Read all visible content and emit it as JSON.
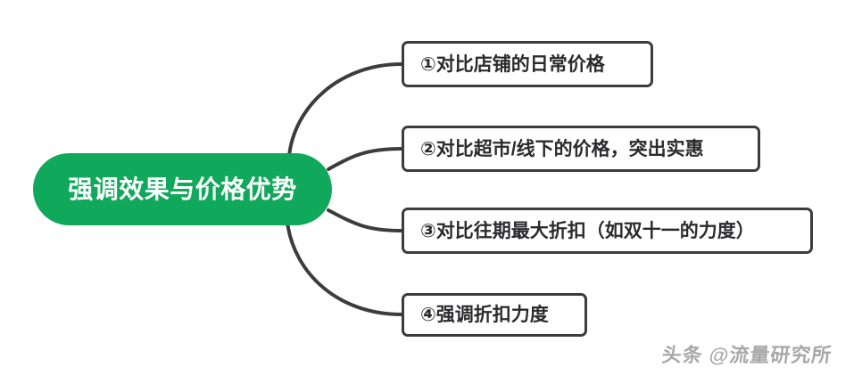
{
  "diagram": {
    "type": "mind-map",
    "background_color": "#ffffff",
    "root": {
      "label": "强调效果与价格优势",
      "fill_color": "#10a85a",
      "text_color": "#ffffff"
    },
    "connector_color": "#3c3c3e",
    "branches": [
      {
        "index": "1",
        "label": "①对比店铺的日常价格"
      },
      {
        "index": "2",
        "label": "②对比超市/线下的价格，突出实惠"
      },
      {
        "index": "3",
        "label": "③对比往期最大折扣（如双十一的力度）"
      },
      {
        "index": "4",
        "label": "④强调折扣力度"
      }
    ],
    "box_border_color": "#3c3c3e",
    "box_fill_color": "#ffffff",
    "box_text_color": "#2b2b2d"
  },
  "watermark": {
    "text": "头条 @流量研究所",
    "color": "#9a9a9a"
  }
}
